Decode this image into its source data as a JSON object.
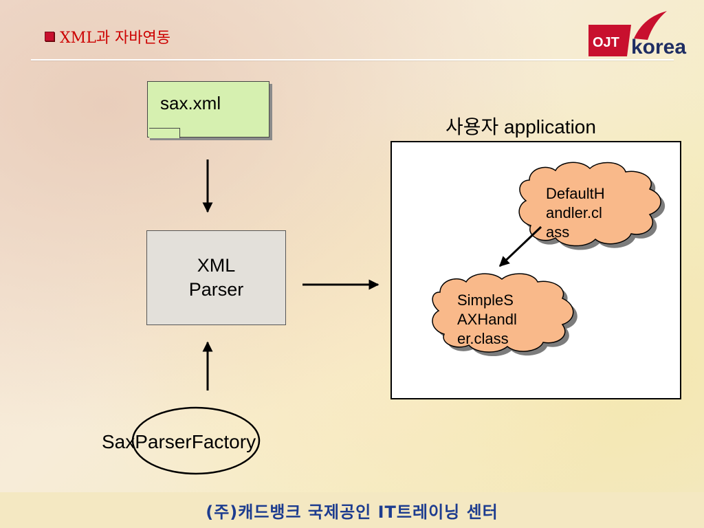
{
  "slide": {
    "title": "XML과 자바연동",
    "logo": {
      "brand_small": "OJT",
      "brand_large": "korea",
      "accent_color": "#c8102e"
    },
    "document_label": "sax.xml",
    "parser_label_line1": "XML",
    "parser_label_line2": "Parser",
    "application_label": "사용자 application",
    "default_handler": {
      "line1": "DefaultH",
      "line2": "andler.cl",
      "line3": "ass"
    },
    "simple_handler": {
      "line1": "SimpleS",
      "line2": "AXHandl",
      "line3": "er.class"
    },
    "factory_label": "SaxParserFactory",
    "footer": "(주)캐드뱅크 국제공인 IT트레이닝 센터"
  },
  "colors": {
    "title": "#cc0000",
    "note_fill": "#d6f0b0",
    "cloud_fill": "#f9b98a",
    "footer_text": "#1d3c8f"
  }
}
